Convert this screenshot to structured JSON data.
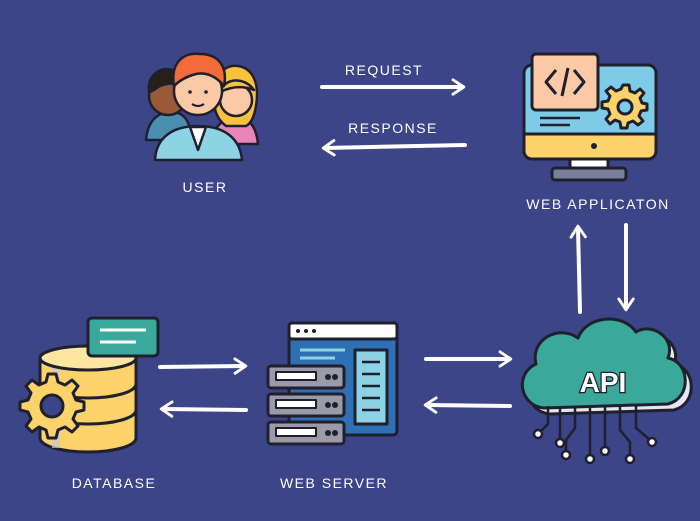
{
  "nodes": {
    "user": "USER",
    "web_application": "WEB APPLICATON",
    "database": "DATABASE",
    "web_server": "WEB SERVER",
    "api_badge": "API"
  },
  "edges": {
    "request": "REQUEST",
    "response": "RESPONSE"
  },
  "icons": {
    "user": "users-group-icon",
    "web_application": "monitor-code-gear-icon",
    "database": "database-gear-icon",
    "web_server": "server-rack-icon",
    "api": "api-cloud-icon"
  },
  "colors": {
    "background": "#3d4589",
    "arrow": "#ffffff",
    "outline": "#1f1f2e",
    "teal": "#3aa89a",
    "yellow": "#fcd36a",
    "sky": "#7ecbe8",
    "peach": "#fbc9a6",
    "orange": "#f26b3a"
  }
}
